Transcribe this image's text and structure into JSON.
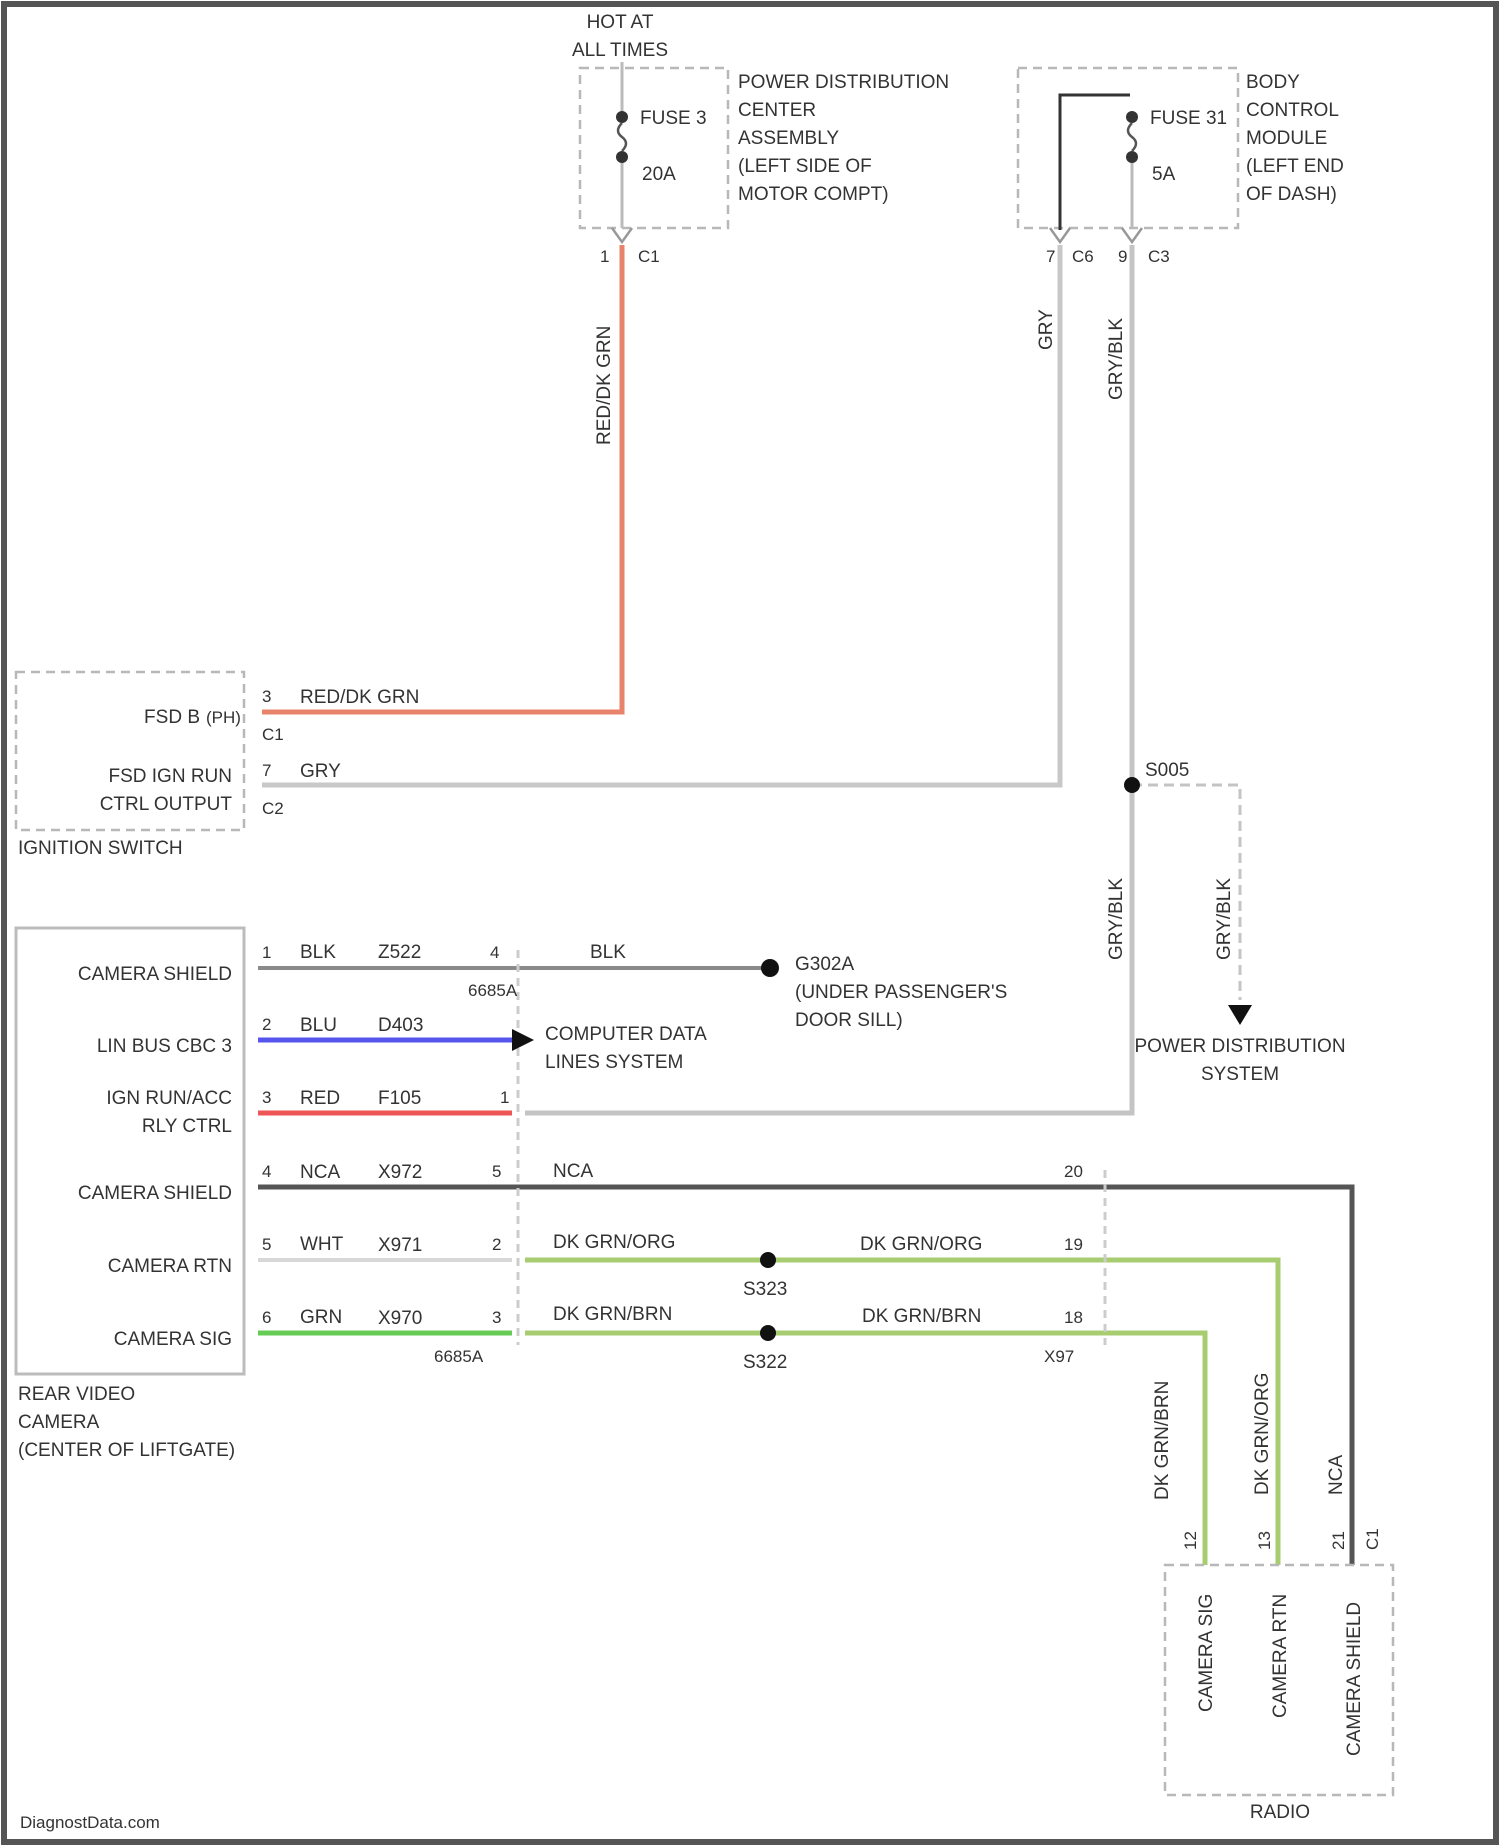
{
  "colors": {
    "red_dk_grn": "#e8826a",
    "gry": "#c8c8c8",
    "gry_blk": "#c4c4c4",
    "blk": "#8a8a8a",
    "blu": "#5555ee",
    "red": "#ee5555",
    "nca": "#555555",
    "wht": "#d8d8d8",
    "dk_grn_org": "#a8cc70",
    "grn": "#66cc55",
    "frame": "#555555"
  },
  "top": {
    "hot_at_all_times": [
      "HOT AT",
      "ALL TIMES"
    ]
  },
  "pdc": {
    "fuse_label": "FUSE 3",
    "fuse_rating": "20A",
    "title_lines": [
      "POWER DISTRIBUTION",
      "CENTER",
      "ASSEMBLY",
      "(LEFT SIDE OF",
      "MOTOR COMPT)"
    ],
    "pin": "1",
    "connector": "C1",
    "wire_vertical": "RED/DK GRN"
  },
  "bcm": {
    "fuse_label": "FUSE 31",
    "fuse_rating": "5A",
    "title_lines": [
      "BODY",
      "CONTROL",
      "MODULE",
      "(LEFT END",
      "OF DASH)"
    ],
    "pin_left": "7",
    "conn_left": "C6",
    "pin_right": "9",
    "conn_right": "C3",
    "wire_left": "GRY",
    "wire_right": "GRY/BLK"
  },
  "ignition_switch": {
    "title": "IGNITION SWITCH",
    "row1": {
      "label": "FSD B",
      "sub": "(PH)",
      "pin": "3",
      "wire": "RED/DK GRN",
      "connector": "C1"
    },
    "row2": {
      "label_lines": [
        "FSD IGN RUN",
        "CTRL OUTPUT"
      ],
      "pin": "7",
      "wire": "GRY",
      "connector": "C2"
    }
  },
  "splice_s005": {
    "label": "S005",
    "wire_left": "GRY/BLK",
    "wire_right": "GRY/BLK",
    "target_lines": [
      "POWER DISTRIBUTION",
      "SYSTEM"
    ]
  },
  "camera": {
    "title_lines": [
      "REAR VIDEO",
      "CAMERA",
      "(CENTER OF LIFTGATE)"
    ],
    "rows": [
      {
        "label": "CAMERA SHIELD",
        "pin": "1",
        "wire": "BLK",
        "circuit": "Z522",
        "inline_pin": "4",
        "wire2": "BLK"
      },
      {
        "label": "LIN BUS CBC 3",
        "pin": "2",
        "wire": "BLU",
        "circuit": "D403"
      },
      {
        "label_lines": [
          "IGN RUN/ACC",
          "RLY CTRL"
        ],
        "pin": "3",
        "wire": "RED",
        "circuit": "F105",
        "inline_pin": "1"
      },
      {
        "label": "CAMERA SHIELD",
        "pin": "4",
        "wire": "NCA",
        "circuit": "X972",
        "inline_pin": "5",
        "wire2": "NCA",
        "far_pin": "20"
      },
      {
        "label": "CAMERA RTN",
        "pin": "5",
        "wire": "WHT",
        "circuit": "X971",
        "inline_pin": "2",
        "wire2": "DK GRN/ORG",
        "wire3": "DK GRN/ORG",
        "far_pin": "19"
      },
      {
        "label": "CAMERA SIG",
        "pin": "6",
        "wire": "GRN",
        "circuit": "X970",
        "inline_pin": "3",
        "wire2": "DK GRN/BRN",
        "wire3": "DK GRN/BRN",
        "far_pin": "18"
      }
    ],
    "connector_top": "6685A",
    "connector_bottom": "6685A",
    "connector_far": "X97"
  },
  "ground_g302a": {
    "label_lines": [
      "G302A",
      "(UNDER PASSENGER'S",
      "DOOR SILL)"
    ]
  },
  "data_lines": {
    "label_lines": [
      "COMPUTER DATA",
      "LINES SYSTEM"
    ]
  },
  "splices": {
    "rtn": "S323",
    "sig": "S322"
  },
  "radio": {
    "title": "RADIO",
    "connector": "C1",
    "pins": [
      {
        "label": "CAMERA SIG",
        "pin": "12",
        "wire": "DK GRN/BRN"
      },
      {
        "label": "CAMERA RTN",
        "pin": "13",
        "wire": "DK GRN/ORG"
      },
      {
        "label": "CAMERA SHIELD",
        "pin": "21",
        "wire": "NCA"
      }
    ]
  },
  "footer": {
    "watermark": "DiagnostData.com"
  }
}
